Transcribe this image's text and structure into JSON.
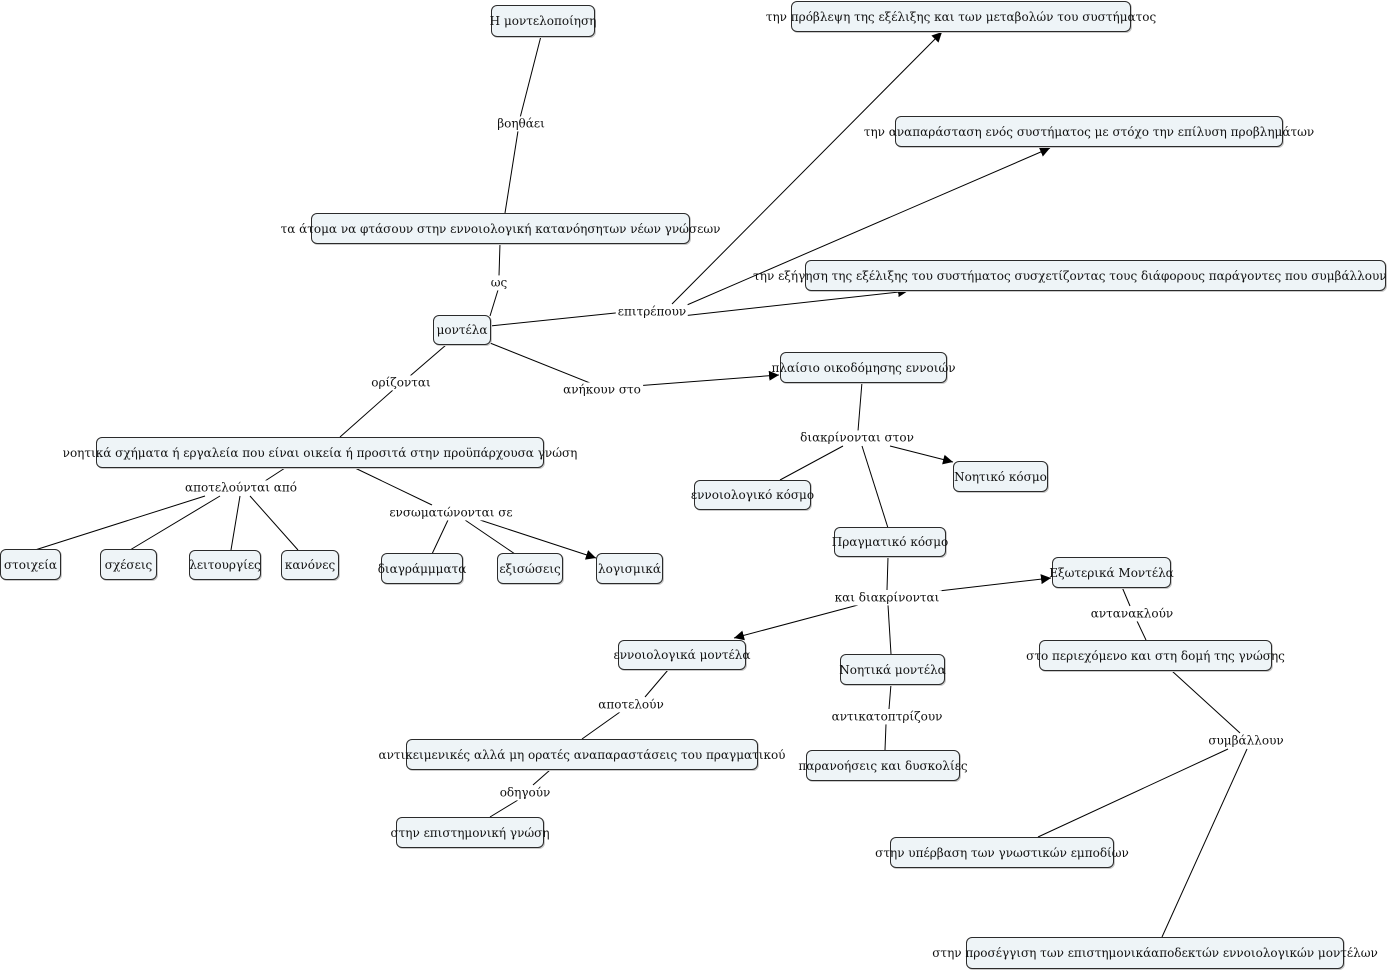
{
  "concepts": {
    "modeling": "Η μοντελοποίηση",
    "prediction": "την πρόβλεψη της εξέλιξης και των μεταβολών του συστήματος",
    "representation": "την αναπαράσταση ενός συστήματος με στόχο την επίλυση προβλημάτων",
    "people": "τα άτομα να φτάσουν στην εννοιολογική κατανόησητων νέων γνώσεων",
    "explanation": "την εξήγηση της εξέλιξης του συστήματος συσχετίζοντας τους διάφορους παράγοντες που συμβάλλουν σε αυτή",
    "models": "μοντέλα",
    "framework": "πλαίσιο οικοδόμησης εννοιών",
    "mental_schemas": "νοητικά σχήματα ή εργαλεία που είναι οικεία ή προσιτά στην προϋπάρχουσα γνώση",
    "conceptual_world": "εννοιολογικό κόσμο",
    "mental_world": "Νοητικό κόσμο",
    "real_world": "Πραγματικό κόσμο",
    "elements": "στοιχεία",
    "relations": "σχέσεις",
    "functions": "λειτουργίες",
    "rules": "κανόνες",
    "diagrams": "διαγράμμματα",
    "equations": "εξισώσεις",
    "software": "λογισμικά",
    "external_models": "Εξωτερικά Μοντέλα",
    "content_structure": "στο περιεχόμενο και στη δομή της γνώσης",
    "conceptual_models": "εννοιολογικά μοντέλα",
    "mental_models": "Νοητικά μοντέλα",
    "objective_representations": "αντικειμενικές αλλά μη ορατές αναπαραστάσεις του πραγματικού",
    "misconceptions": "παρανοήσεις και δυσκολίες",
    "scientific_knowledge": "στην επιστημονική γνώση",
    "overcoming_obstacles": "στην υπέρβαση των γνωστικών εμποδίων",
    "approach_models": "στην προσέγγιση των επιστημονικάαποδεκτών εννοιολογικών μοντέλων"
  },
  "linking_phrases": {
    "helps": "βοηθάει",
    "as": "ως",
    "allow": "επιτρέπουν",
    "defined": "ορίζονται",
    "belong_to": "ανήκουν στο",
    "distinguished_in": "διακρίνονται στον",
    "consist_of": "αποτελούνται από",
    "embedded_in": "ενσωματώνονται σε",
    "and_distinguished": "και διακρίνονται",
    "reflect": "αντανακλούν",
    "constitute": "αποτελούν",
    "mirror": "αντικατοπτρίζουν",
    "lead": "οδηγούν",
    "contribute": "συμβάλλουν"
  }
}
